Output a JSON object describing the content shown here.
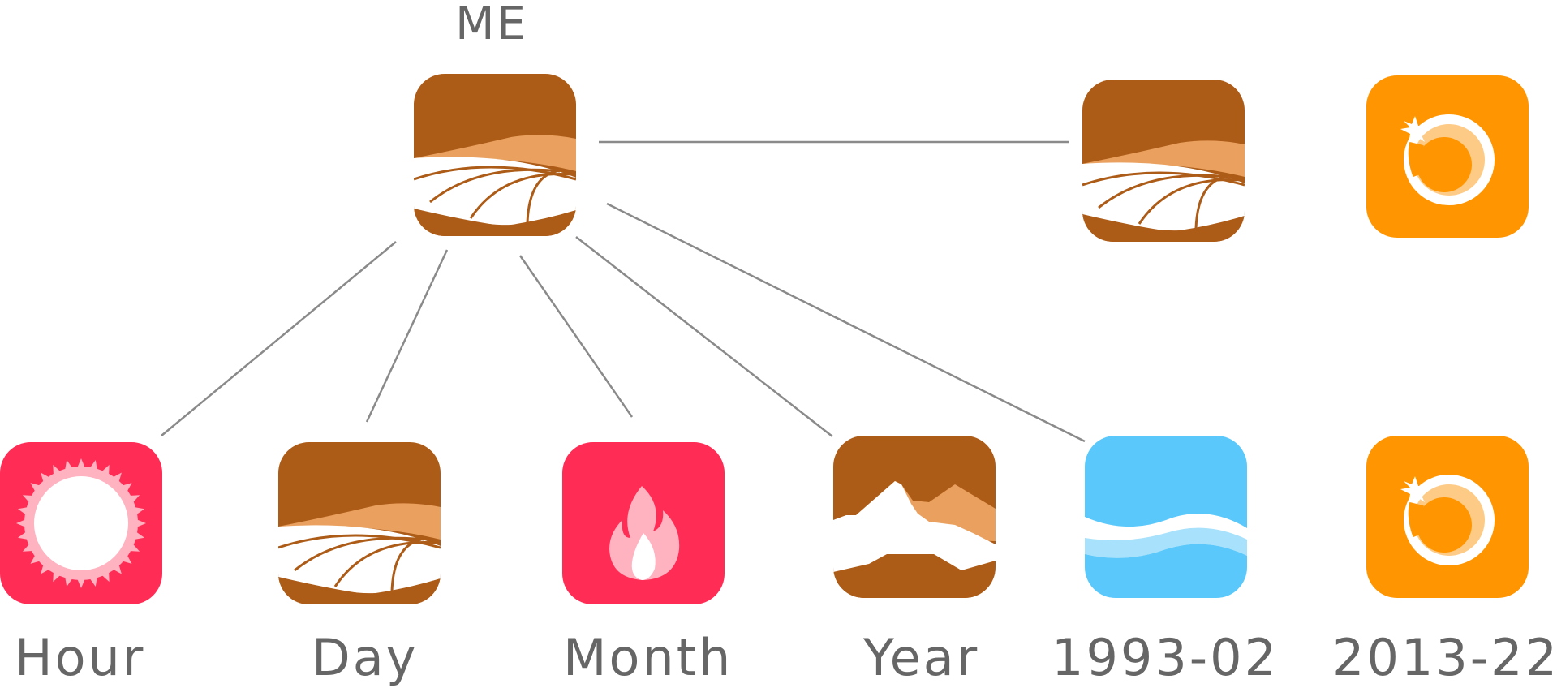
{
  "root": {
    "label": "ME",
    "icon": "earth-icon",
    "color": "#AD5C18"
  },
  "side_node": {
    "icon": "earth-icon",
    "color": "#AD5C18"
  },
  "corner_node": {
    "icon": "comet-icon",
    "color": "#FF9500"
  },
  "children": [
    {
      "label": "Hour",
      "icon": "sun-icon",
      "color": "#FF2D55"
    },
    {
      "label": "Day",
      "icon": "earth-icon",
      "color": "#AD5C18"
    },
    {
      "label": "Month",
      "icon": "fire-icon",
      "color": "#FF2D55"
    },
    {
      "label": "Year",
      "icon": "mountain-icon",
      "color": "#AD5C18"
    },
    {
      "label": "1993-02",
      "icon": "water-icon",
      "color": "#5AC8FA"
    },
    {
      "label": "2013-22",
      "icon": "comet-icon",
      "color": "#FF9500"
    }
  ]
}
